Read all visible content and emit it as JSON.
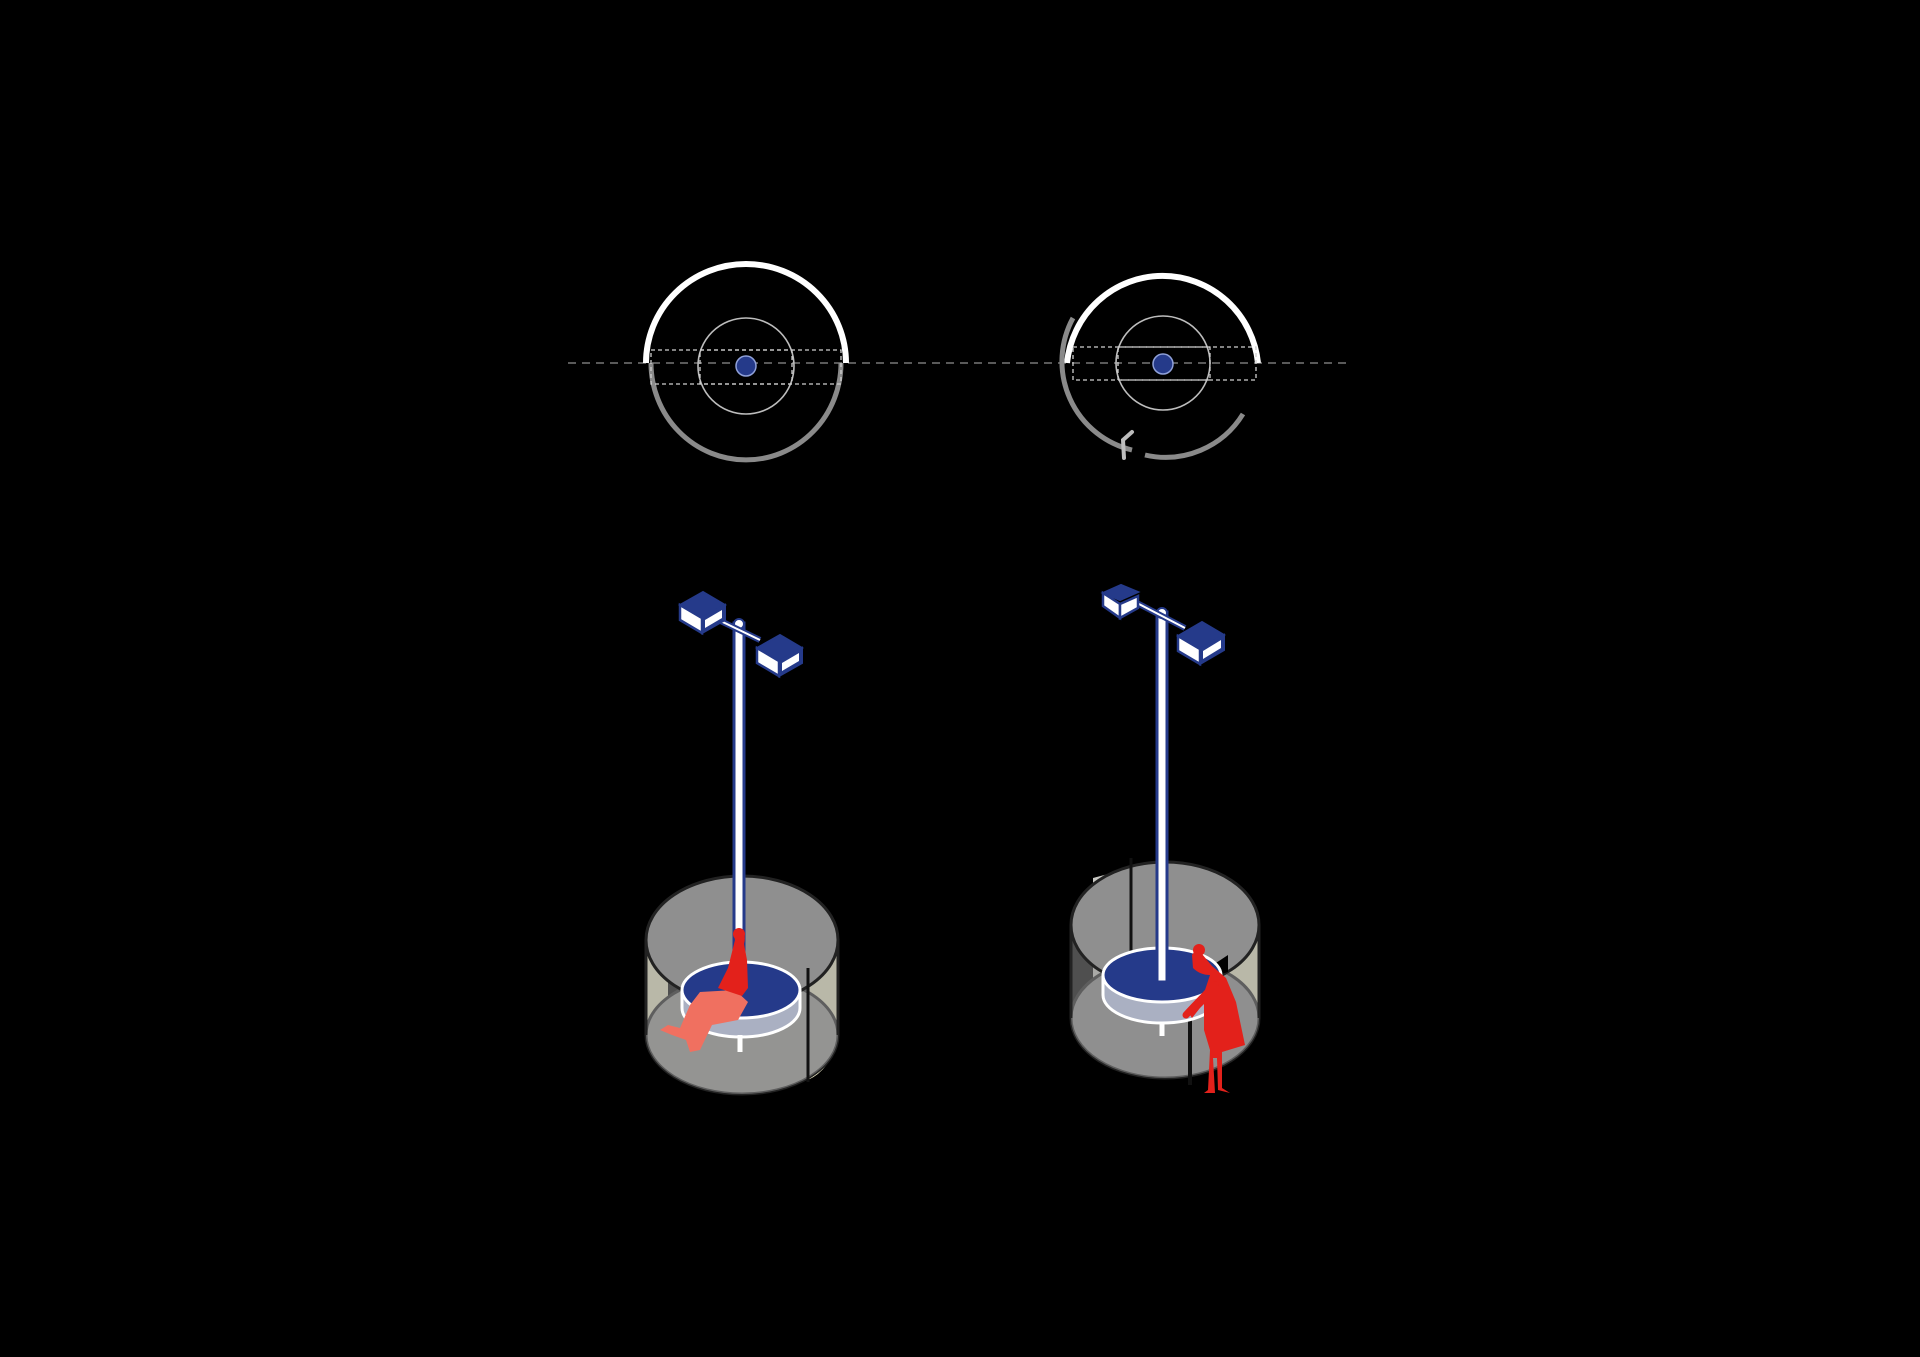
{
  "diagram": {
    "background": "#000000",
    "colors": {
      "accent_blue": "#253a8a",
      "figure_red": "#e3211b",
      "figure_faded": "#f07060",
      "plan_white": "#ffffff",
      "plan_gray": "#8a8a8a",
      "glass_gray": "#8f8f8f",
      "glass_cream": "#ece9c6",
      "outline_dark": "#222222"
    },
    "views": [
      {
        "id": "closed",
        "plan": {
          "type": "plan-view",
          "outer_ring": "half-white-half-gray",
          "opening": "none"
        },
        "iso": {
          "type": "isometric-view",
          "lamps": 2,
          "figure_pose": "seated-inside"
        }
      },
      {
        "id": "open",
        "plan": {
          "type": "plan-view",
          "outer_ring": "rotated-with-gap",
          "opening": "front"
        },
        "iso": {
          "type": "isometric-view",
          "lamps": 2,
          "figure_pose": "standing-at-opening"
        }
      }
    ],
    "icons": [
      "lamp-head-icon",
      "person-silhouette-icon",
      "pole-icon"
    ]
  }
}
